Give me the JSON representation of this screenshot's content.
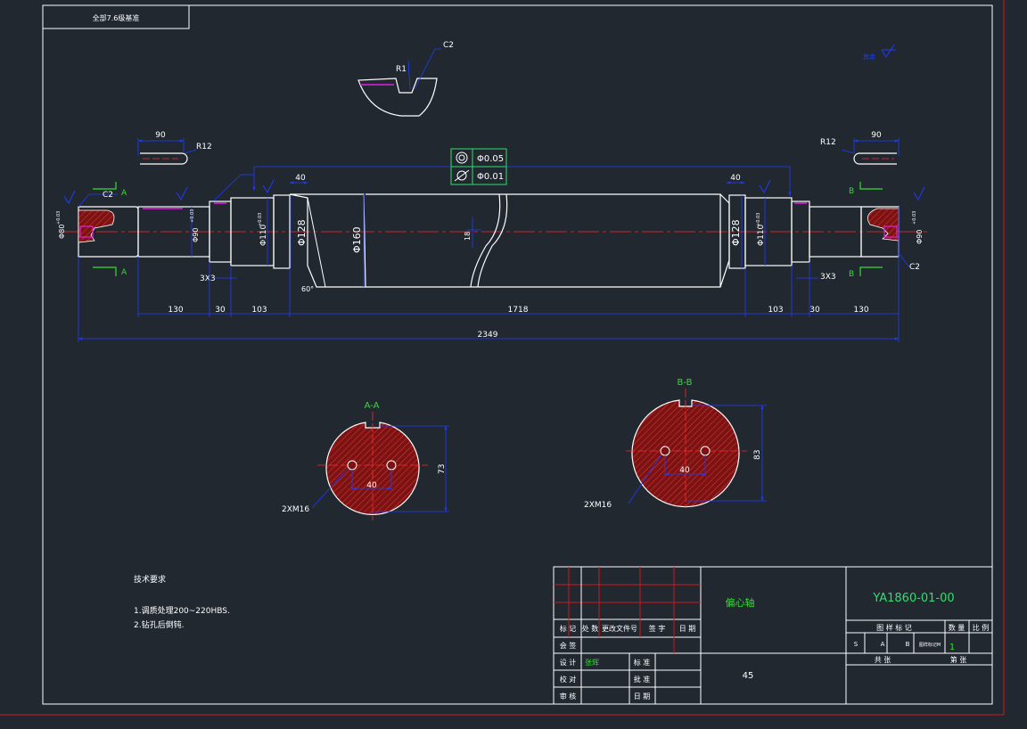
{
  "header_note": "全部7.6级基准",
  "roughness_symbol_label": "其余",
  "top_detail": {
    "r_label": "R1",
    "c_label": "C2"
  },
  "keyway_left": {
    "length": "90",
    "radius": "R12"
  },
  "keyway_right": {
    "length": "90",
    "radius": "R12"
  },
  "tolerance_frame": {
    "row1_value": "Φ0.05",
    "row2_value": "Φ0.01"
  },
  "shaft": {
    "chamfer_left": "C2",
    "chamfer_right": "C2",
    "section_a": "A",
    "section_b": "B",
    "dim_40_left": "40",
    "dim_40_right": "40",
    "dia_80": "Φ80",
    "dia_90_left": "Φ90",
    "dia_110_left": "Φ110",
    "dia_128_left": "Φ128",
    "dia_160": "Φ160",
    "dia_128_right": "Φ128",
    "dia_110_right": "Φ110",
    "dia_90_right": "Φ90",
    "ecc_18": "18",
    "groove_left": "3X3",
    "groove_right": "3X3",
    "angle": "60°",
    "tol_plus": "+0.03",
    "tol_zero": "0"
  },
  "dimensions": {
    "left_130": "130",
    "left_30": "30",
    "left_103": "103",
    "mid_1718": "1718",
    "right_103": "103",
    "right_30": "30",
    "right_130": "130",
    "total_2349": "2349"
  },
  "section_aa": {
    "title": "A-A",
    "spacing": "40",
    "height": "73",
    "thread": "2XM16"
  },
  "section_bb": {
    "title": "B-B",
    "spacing": "40",
    "height": "83",
    "thread": "2XM16"
  },
  "tech_requirements": {
    "heading": "技术要求",
    "item1": "1.调质处理200~220HBS.",
    "item2": "2.钻孔后倒钝."
  },
  "title_block": {
    "part_name": "偏心轴",
    "drawing_number": "YA1860-01-00",
    "material": "45",
    "headers": [
      "标 记",
      "处 数",
      "更改文件号",
      "签 字",
      "日 期"
    ],
    "row_labels": [
      "会 签",
      "设 计",
      "校 对",
      "审 核"
    ],
    "designer": "张辉",
    "std_label": "标 准",
    "approve_label": "批 准",
    "date_label": "日 期",
    "stage_header": "图 样 标 记",
    "qty_header": "数 量",
    "scale_header": "比 例",
    "stage_s": "S",
    "stage_a": "A",
    "stage_b": "B",
    "stage_note": "图样标记M",
    "qty_value": "1",
    "sheets_total": "共   张",
    "sheet_no": "第   张"
  },
  "colors": {
    "background": "#212830",
    "outline": "#ffffff",
    "dimension": "#1e3cff",
    "centerline": "#ff2a2a",
    "section_fill": "#8c1414",
    "label_green": "#33dd33",
    "title_green": "#2ee06a",
    "keyway_magenta": "#e020e0"
  }
}
